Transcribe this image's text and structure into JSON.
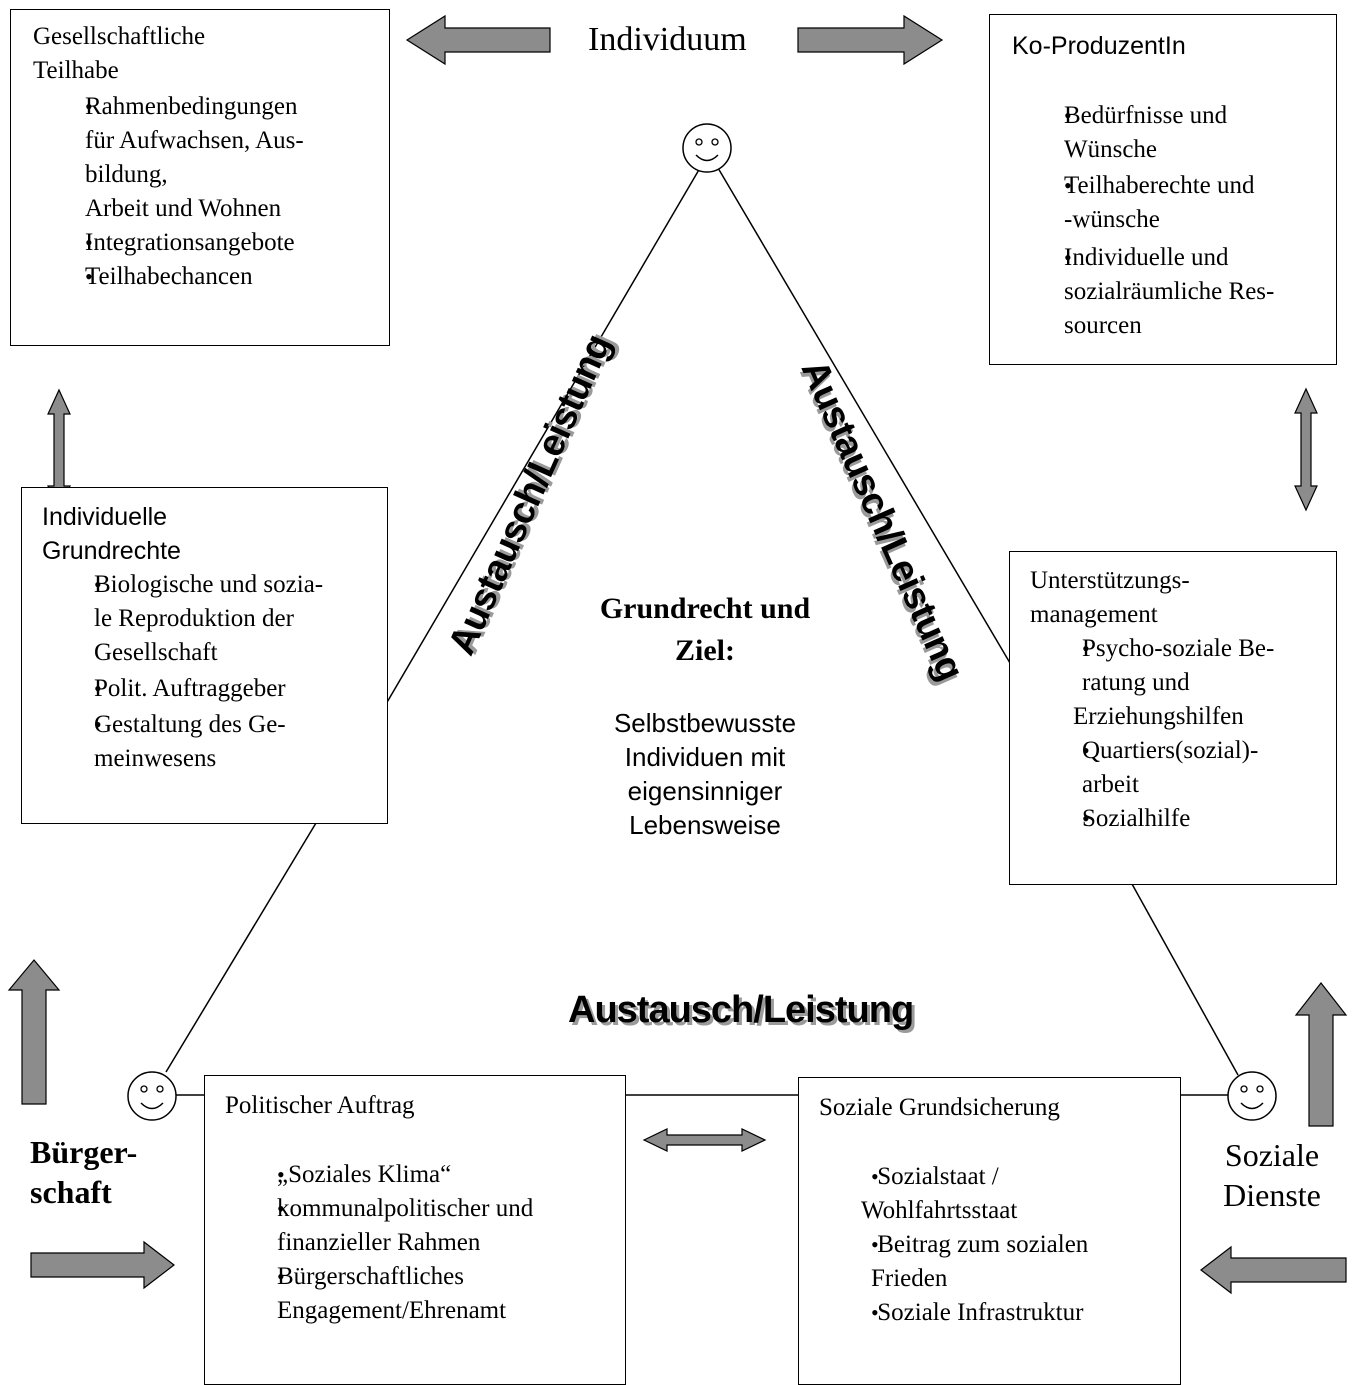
{
  "center": {
    "individuum": "Individuum",
    "title_line1": "Grundrecht und",
    "title_line2": "Ziel:",
    "body_lines": [
      "Selbstbewusste",
      "Individuen mit",
      "eigensinniger",
      "Lebensweise"
    ],
    "exchange_left": "Austausch/Leistung",
    "exchange_right": "Austausch/Leistung",
    "exchange_bottom": "Austausch/Leistung"
  },
  "corners": {
    "buergerschaft_line1": "Bürger-",
    "buergerschaft_line2": "schaft",
    "soziale_line1": "Soziale",
    "soziale_line2": "Dienste"
  },
  "boxes": {
    "gesellschaftliche": {
      "title_lines": [
        "Gesellschaftliche",
        "Teilhabe"
      ],
      "items": [
        [
          "Rahmenbedingungen",
          "für Aufwachsen, Aus-",
          "bildung,",
          "Arbeit und Wohnen"
        ],
        [
          "Integrationsangebote"
        ],
        [
          "Teilhabechancen"
        ]
      ]
    },
    "koproduzent": {
      "title": "Ko-ProduzentIn",
      "items": [
        [
          "Bedürfnisse und",
          "Wünsche"
        ],
        [
          "Teilhaberechte und",
          "-wünsche"
        ],
        [
          "Individuelle  und",
          "sozialräumliche Res-",
          "sourcen"
        ]
      ]
    },
    "grundrechte": {
      "title_lines": [
        "Individuelle",
        "Grundrechte"
      ],
      "items": [
        [
          "Biologische und sozia-",
          "le Reproduktion der",
          "Gesellschaft"
        ],
        [
          "Polit. Auftraggeber"
        ],
        [
          "Gestaltung des Ge-",
          "meinwesens"
        ]
      ]
    },
    "unterstuetzung": {
      "title_lines": [
        "Unterstützungs-",
        "management"
      ],
      "items": [
        [
          "Psycho-soziale Be-",
          "ratung und",
          "Erziehungshilfen"
        ],
        [
          "Quartiers(sozial)-",
          "arbeit"
        ],
        [
          "Sozialhilfe"
        ]
      ]
    },
    "politischer": {
      "title": "Politischer Auftrag",
      "items": [
        [
          "„Soziales Klima“"
        ],
        [
          "kommunalpolitischer und",
          "finanzieller Rahmen"
        ],
        [
          "Bürgerschaftliches",
          "Engagement/Ehrenamt"
        ]
      ]
    },
    "grundsicherung": {
      "title": "Soziale Grundsicherung",
      "items": [
        [
          " Sozialstaat /",
          "Wohlfahrtsstaat"
        ],
        [
          " Beitrag zum sozialen",
          "Frieden"
        ],
        [
          " Soziale Infrastruktur"
        ]
      ]
    }
  },
  "colors": {
    "arrow_fill": "#8c8c8c",
    "line": "#000000",
    "shadow": "#9a9a9a"
  }
}
